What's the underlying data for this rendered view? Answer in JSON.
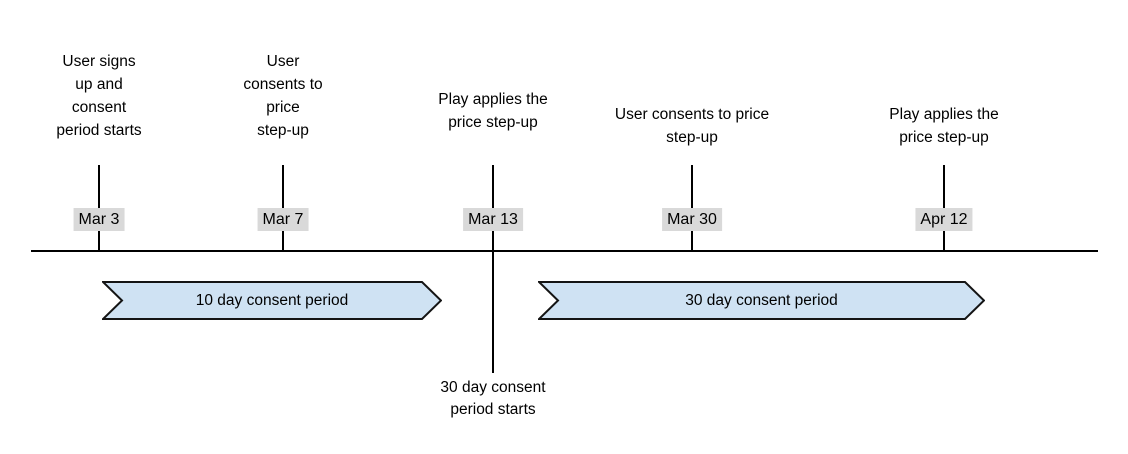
{
  "diagram": {
    "events": [
      {
        "date": "Mar 3",
        "label": "User signs\nup and\nconsent\nperiod starts"
      },
      {
        "date": "Mar 7",
        "label": "User\nconsents to\nprice\nstep-up"
      },
      {
        "date": "Mar 13",
        "label": "Play applies the\nprice step-up"
      },
      {
        "date": "Mar 30",
        "label": "User consents to price\nstep-up"
      },
      {
        "date": "Apr 12",
        "label": "Play applies the\nprice step-up"
      }
    ],
    "periods": [
      {
        "label": "10 day consent period"
      },
      {
        "label": "30 day consent period"
      }
    ],
    "annotation": "30 day consent\nperiod starts"
  },
  "colors": {
    "banner_fill": "#cfe2f3",
    "banner_border": "#141414",
    "date_badge_bg": "#d9d9d9",
    "line": "#000000"
  }
}
